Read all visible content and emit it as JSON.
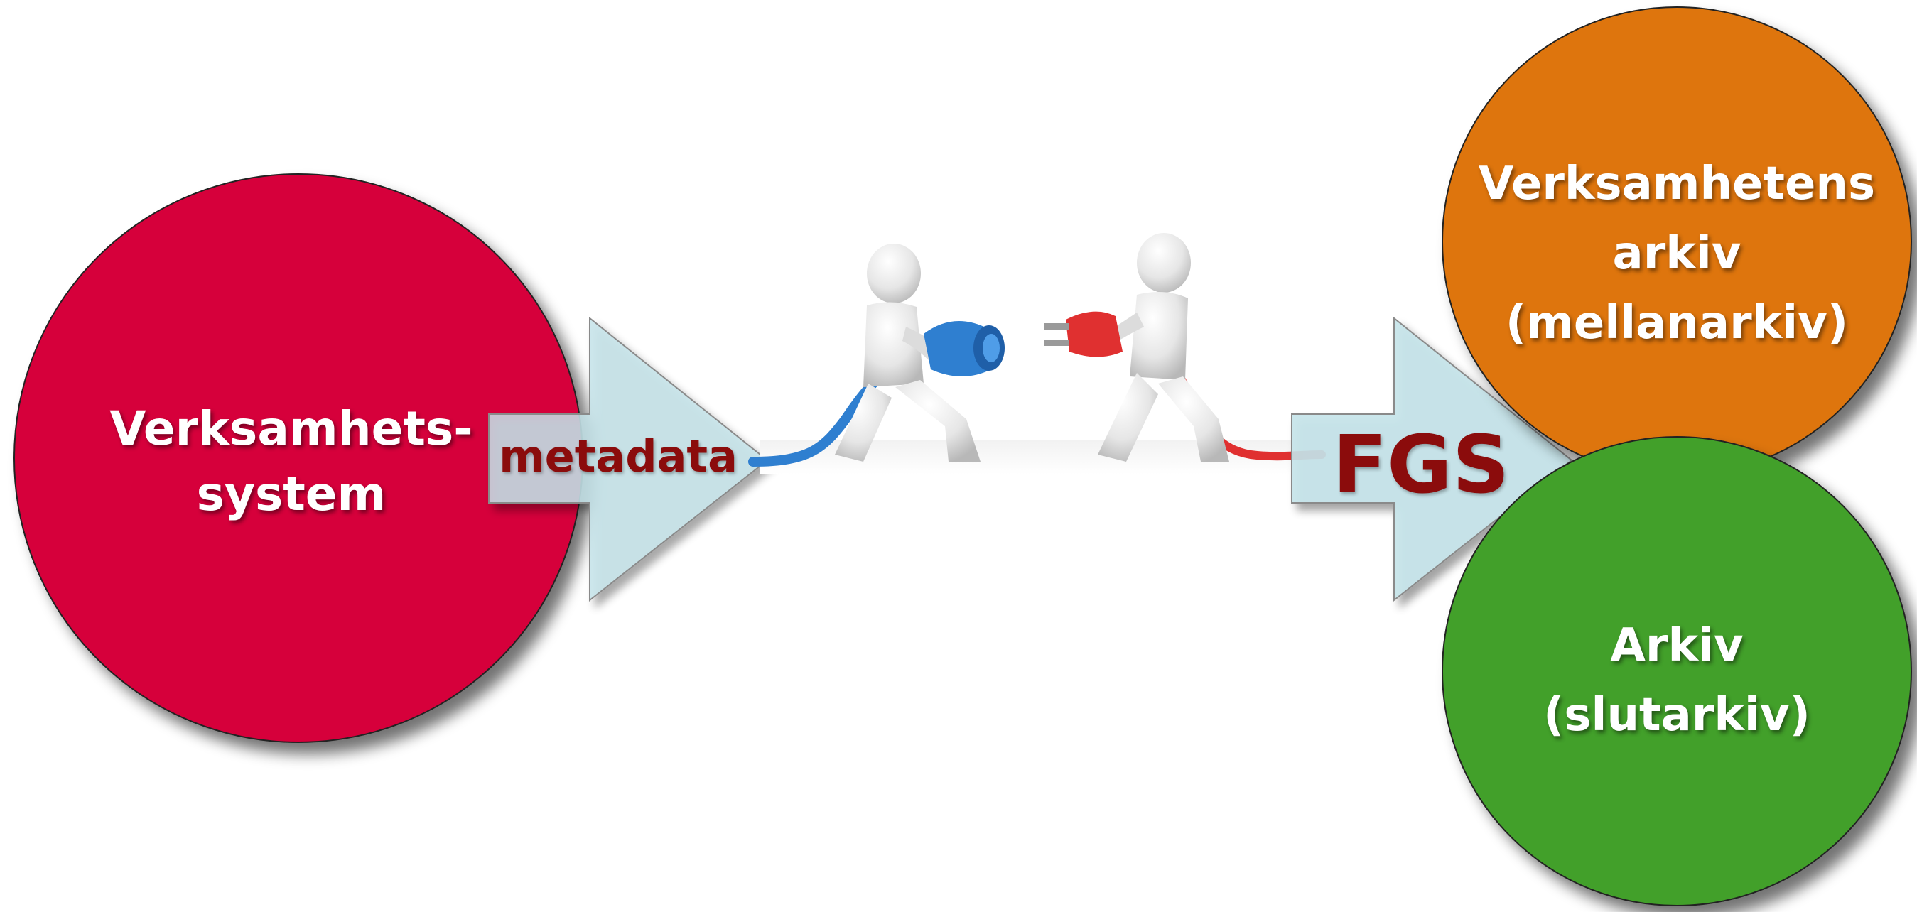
{
  "diagram": {
    "source_system": {
      "lines": [
        "Verksamhets-",
        "system"
      ],
      "color": "#d6003a"
    },
    "connector_left": {
      "label": "metadata",
      "arrow_color": "#c5e4ea"
    },
    "connector_right": {
      "label": "FGS",
      "arrow_color": "#c5e4ea"
    },
    "people_illustration": {
      "icon": "people-connecting-plugs-icon",
      "left_plug_color": "#2f7fd0",
      "right_plug_color": "#e03030"
    },
    "mid_archive": {
      "lines": [
        "Verksamhetens",
        "arkiv",
        "(mellanarkiv)"
      ],
      "color": "#de7507"
    },
    "final_archive": {
      "lines": [
        "Arkiv",
        "(slutarkiv)"
      ],
      "color": "#42a02a"
    },
    "text_accent_color": "#8b0c0c"
  }
}
